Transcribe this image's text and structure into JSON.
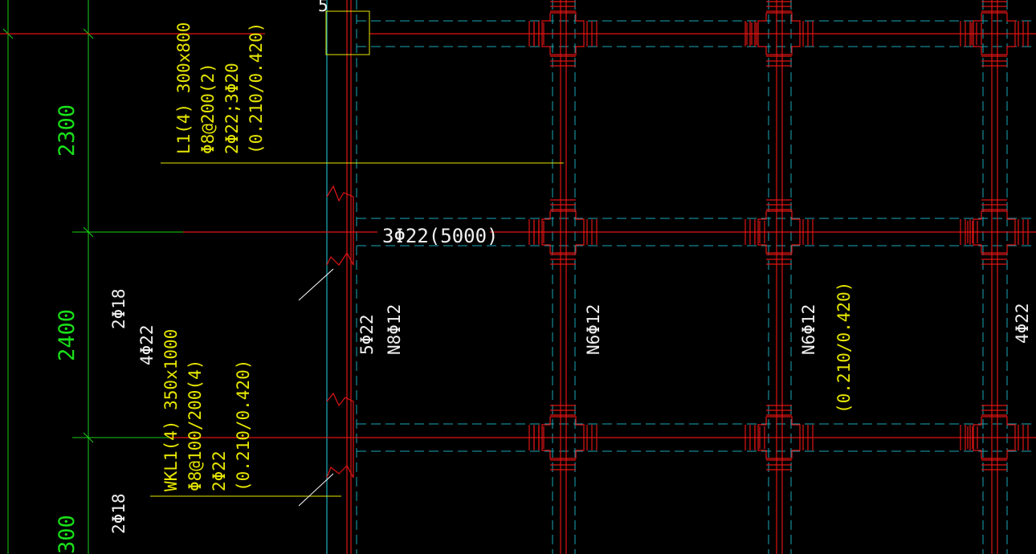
{
  "dimensions": {
    "top": "2300",
    "middle": "2400",
    "bottom": "300"
  },
  "beam_l1": {
    "line1": "L1(4) 300x800",
    "line2": "Φ8@200(2)",
    "line3": "2Φ22;3Φ20",
    "line4": "(0.210/0.420)"
  },
  "beam_wkl1": {
    "line1": "WKL1(4) 350x1000",
    "line2": "Φ8@100/200(4)",
    "line3": "2Φ22",
    "line4": "(0.210/0.420)"
  },
  "rebar_labels": {
    "top_2phi18": "2Φ18",
    "left_4phi22": "4Φ22",
    "bottom_2phi18": "2Φ18",
    "span_3phi22": "3Φ22(5000)",
    "col1_5phi22": "5Φ22",
    "col1_n8phi12": "N8Φ12",
    "col2_n6phi12": "N6Φ12",
    "col3_n6phi12": "N6Φ12",
    "col3_elev": "(0.210/0.420)",
    "col4_4phi22": "4Φ22"
  },
  "colors": {
    "background": "#000000",
    "dimension": "#19e019",
    "annotation": "#e6e600",
    "rebar": "#e01414",
    "axis": "#1aa8b8",
    "label": "#f0f0f0"
  }
}
